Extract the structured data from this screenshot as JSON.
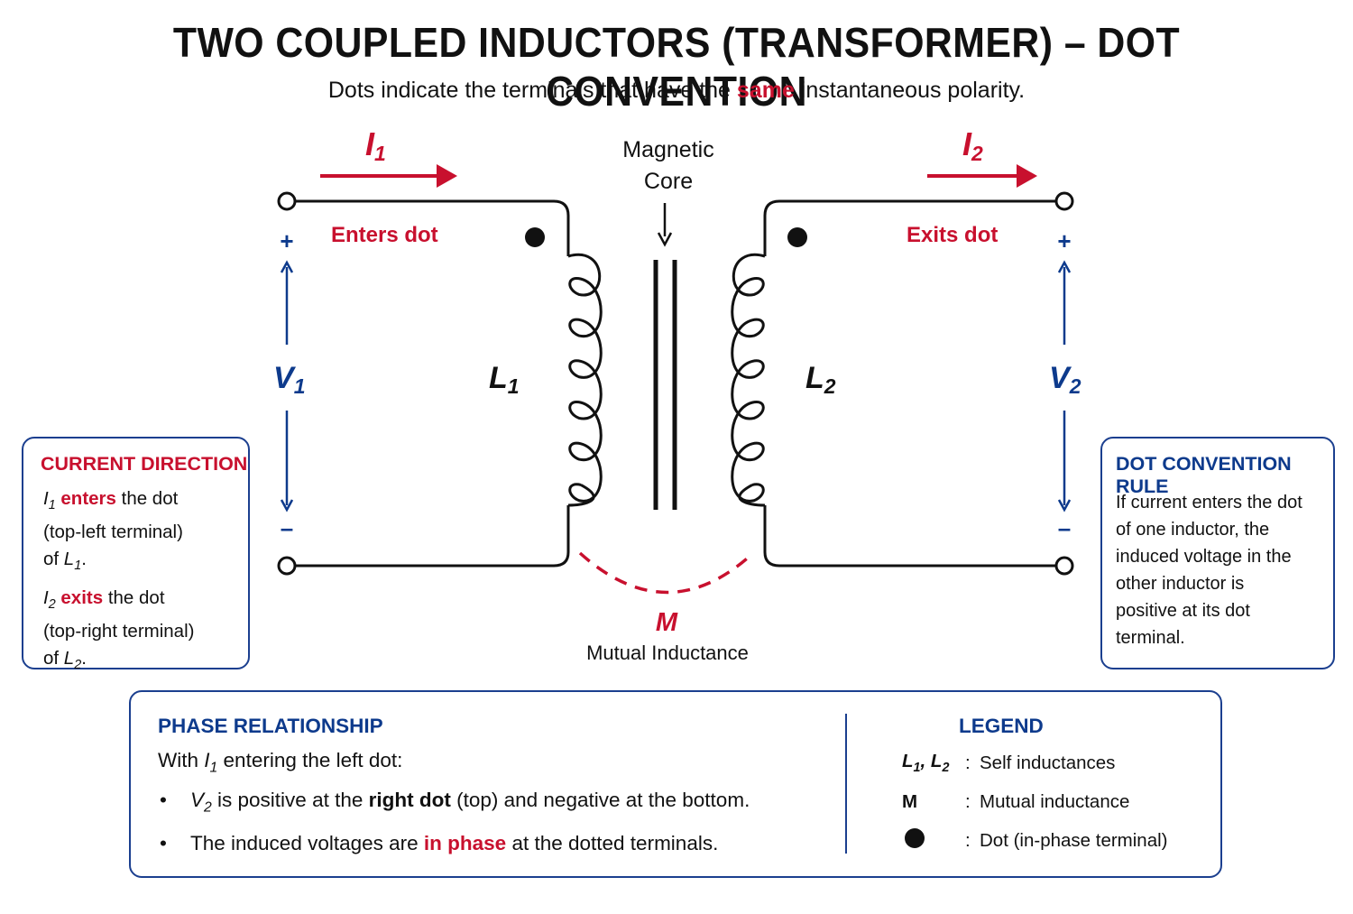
{
  "title": "TWO COUPLED INDUCTORS (TRANSFORMER) – DOT CONVENTION",
  "subtitle": {
    "before": "Dots indicate the terminals that have the ",
    "highlight": "same",
    "after": " instantaneous polarity."
  },
  "diagram": {
    "i1_label": "I",
    "i1_sub": "1",
    "i2_label": "I",
    "i2_sub": "2",
    "core_label_line1": "Magnetic",
    "core_label_line2": "Core",
    "enters_dot": "Enters dot",
    "exits_dot": "Exits dot",
    "plus": "+",
    "minus": "–",
    "v1_label": "V",
    "v1_sub": "1",
    "v2_label": "V",
    "v2_sub": "2",
    "l1_label": "L",
    "l1_sub": "1",
    "l2_label": "L",
    "l2_sub": "2",
    "m_label": "M",
    "mutual_label": "Mutual Inductance",
    "colors": {
      "red": "#c8102e",
      "blue": "#0d3a8c",
      "box_border": "#1b3f8f"
    }
  },
  "current_direction": {
    "heading": "CURRENT DIRECTION",
    "p1_var": "I",
    "p1_sub": "1",
    "p1_kw": "enters",
    "p1_rest": " the dot",
    "p1_line2": "(top-left terminal)",
    "p1_line3_pre": "of ",
    "p1_line3_var": "L",
    "p1_line3_sub": "1",
    "p1_line3_post": ".",
    "p2_var": "I",
    "p2_sub": "2",
    "p2_kw": "exits",
    "p2_rest": " the dot",
    "p2_line2": "(top-right terminal)",
    "p2_line3_pre": "of ",
    "p2_line3_var": "L",
    "p2_line3_sub": "2",
    "p2_line3_post": "."
  },
  "dot_rule": {
    "heading": "DOT CONVENTION RULE",
    "lines": [
      "If current enters the dot",
      "of one inductor, the",
      "induced voltage in the",
      "other inductor is",
      "positive at its dot",
      "terminal."
    ]
  },
  "phase": {
    "heading": "PHASE RELATIONSHIP",
    "intro_pre": "With ",
    "intro_var": "I",
    "intro_sub": "1",
    "intro_post": " entering the left dot:",
    "b1_var": "V",
    "b1_sub": "2",
    "b1_mid": " is positive at the ",
    "b1_bold": "right dot",
    "b1_post": " (top) and negative at the bottom.",
    "b2_pre": "The induced voltages are ",
    "b2_kw": "in phase",
    "b2_post": " at the dotted terminals.",
    "bullet": "•"
  },
  "legend": {
    "heading": "LEGEND",
    "row1_key": "L",
    "row1_sub1": "1",
    "row1_sep": ", L",
    "row1_sub2": "2",
    "row1_desc": "Self inductances",
    "row2_key": "M",
    "row2_desc": "Mutual inductance",
    "row3_desc": "Dot (in-phase terminal)",
    "colon": ":"
  }
}
